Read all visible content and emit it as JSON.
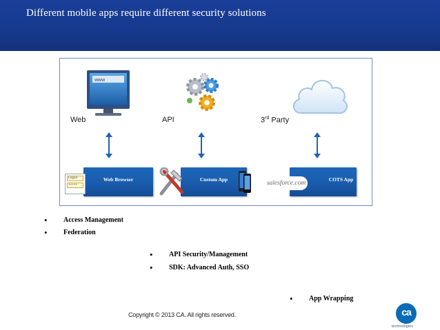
{
  "slide": {
    "title": "Different mobile apps require different security solutions",
    "copyright": "Copyright © 2013 CA. All rights reserved."
  },
  "diagram": {
    "columns": [
      {
        "label": "Web",
        "icon": "monitor-icon",
        "bar_label": "Web Browser"
      },
      {
        "label": "API",
        "icon": "gears-icon",
        "bar_label": "Custom App"
      },
      {
        "label_base": "3",
        "label_sup": "rd",
        "label_rest": " Party",
        "icon": "cloud-icon",
        "bar_label": "COTS App"
      }
    ],
    "monitor_screen_text": "www",
    "login_fields": [
      "Login",
      "•••••"
    ],
    "salesforce_logo_text": "salesforce.com"
  },
  "bullets": {
    "web": [
      "Access Management",
      "Federation"
    ],
    "api": [
      "API Security/Management",
      "SDK: Advanced Auth, SSO"
    ],
    "third_party": [
      "App Wrapping"
    ]
  },
  "logo": {
    "mark": "ca",
    "text": "technologies"
  },
  "colors": {
    "header": "#17398d",
    "bar": "#1a5cad",
    "arrow": "#1f63b5"
  }
}
